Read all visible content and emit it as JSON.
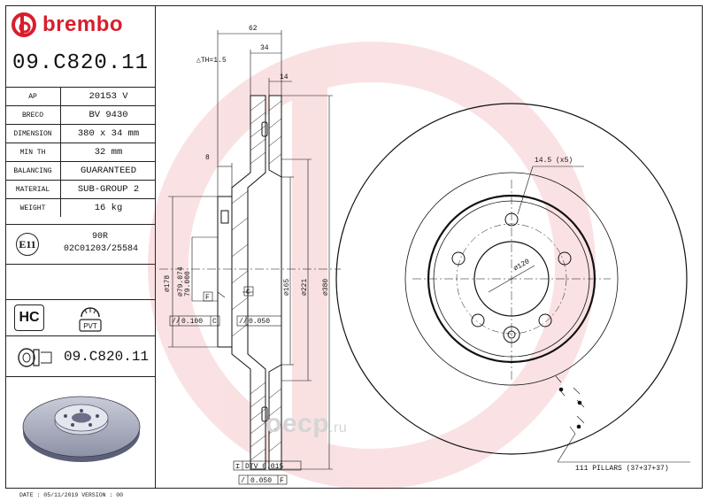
{
  "brand": {
    "name": "brembo",
    "accent": "#d81e2c"
  },
  "part_number": "09.C820.11",
  "specs": [
    {
      "key": "AP",
      "value": "20153 V"
    },
    {
      "key": "BRECO",
      "value": "BV 9430"
    },
    {
      "key": "DIMENSION",
      "value": "380 x 34 mm"
    },
    {
      "key": "MIN TH",
      "value": "32 mm"
    },
    {
      "key": "BALANCING",
      "value": "GUARANTEED"
    },
    {
      "key": "MATERIAL",
      "value": "SUB-GROUP 2"
    },
    {
      "key": "WEIGHT",
      "value": "16 kg"
    }
  ],
  "certification": {
    "mark": "E11",
    "regulation": "90R",
    "approval": "02C01203/25584"
  },
  "badges": {
    "hc": "HC",
    "pvt": "PVT"
  },
  "footer": "DATE : 05/11/2019 VERSION : 00",
  "watermark": {
    "main": "oecp",
    "suffix": ".ru"
  },
  "dimensions": {
    "d62": "62",
    "d34": "34",
    "d14": "14",
    "d8": "8",
    "th": "TH=1.5",
    "dia178": "178",
    "dia79": "79.074",
    "dia79b": "79.000",
    "dia165": "165",
    "dia221": "221",
    "dia380": "380",
    "bolt": "14.5 (x5)",
    "pcd": "120",
    "pillars": "111 PILLARS (37+37+37)",
    "ref_f": "F",
    "ref_c": "C",
    "tol_left": "0.100",
    "tol_left_ref": "C",
    "tol_right": "0.050",
    "dtv": "DTV 0.015",
    "flat": "0.050",
    "flat_ref": "F"
  }
}
